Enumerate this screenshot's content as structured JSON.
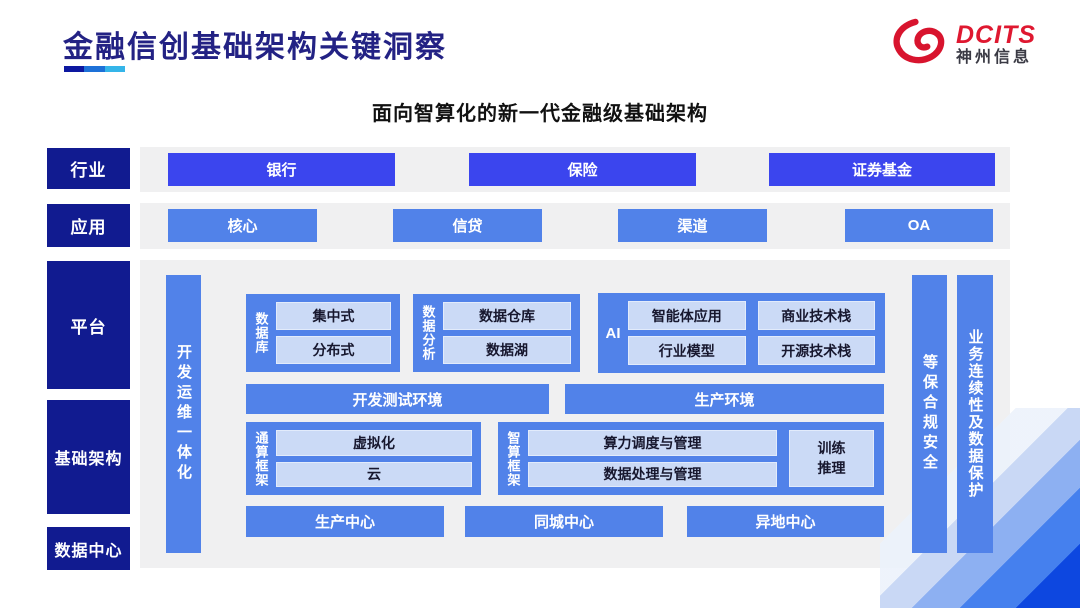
{
  "title": "金融信创基础架构关键洞察",
  "logo": {
    "brand": "DCITS",
    "company": "神州信息"
  },
  "subtitle": "面向智算化的新一代金融级基础架构",
  "side_labels": {
    "industry": "行业",
    "application": "应用",
    "platform": "平台",
    "infrastructure": "基础架构",
    "datacenter": "数据中心"
  },
  "industry_items": [
    "银行",
    "保险",
    "证券基金"
  ],
  "application_items": [
    "核心",
    "信贷",
    "渠道",
    "OA"
  ],
  "devops_bar": "开发运维一体化",
  "database": {
    "label": "数据库",
    "items": [
      "集中式",
      "分布式"
    ]
  },
  "analytics": {
    "label": "数据分析",
    "items": [
      "数据仓库",
      "数据湖"
    ]
  },
  "ai": {
    "label": "AI",
    "items": [
      "智能体应用",
      "商业技术栈",
      "行业模型",
      "开源技术栈"
    ]
  },
  "environments": [
    "开发测试环境",
    "生产环境"
  ],
  "general_compute": {
    "label": "通算框架",
    "items": [
      "虚拟化",
      "云"
    ]
  },
  "intelligent_compute": {
    "label": "智算框架",
    "items": [
      "算力调度与管理",
      "数据处理与管理"
    ],
    "side_item": "训练推理"
  },
  "centers": [
    "生产中心",
    "同城中心",
    "异地中心"
  ],
  "security_bars": [
    "等保合规安全",
    "业务连续性及数据保护"
  ],
  "colors": {
    "title_navy": "#232284",
    "label_navy": "#111b90",
    "bright_blue": "#3b45ee",
    "cornflower_blue": "#5182e9",
    "light_blue_cell": "#cbdaf6",
    "brand_red": "#df1830",
    "panel_gray": "#f0f0f1",
    "corner_deep_blue": "#0d47e0"
  }
}
